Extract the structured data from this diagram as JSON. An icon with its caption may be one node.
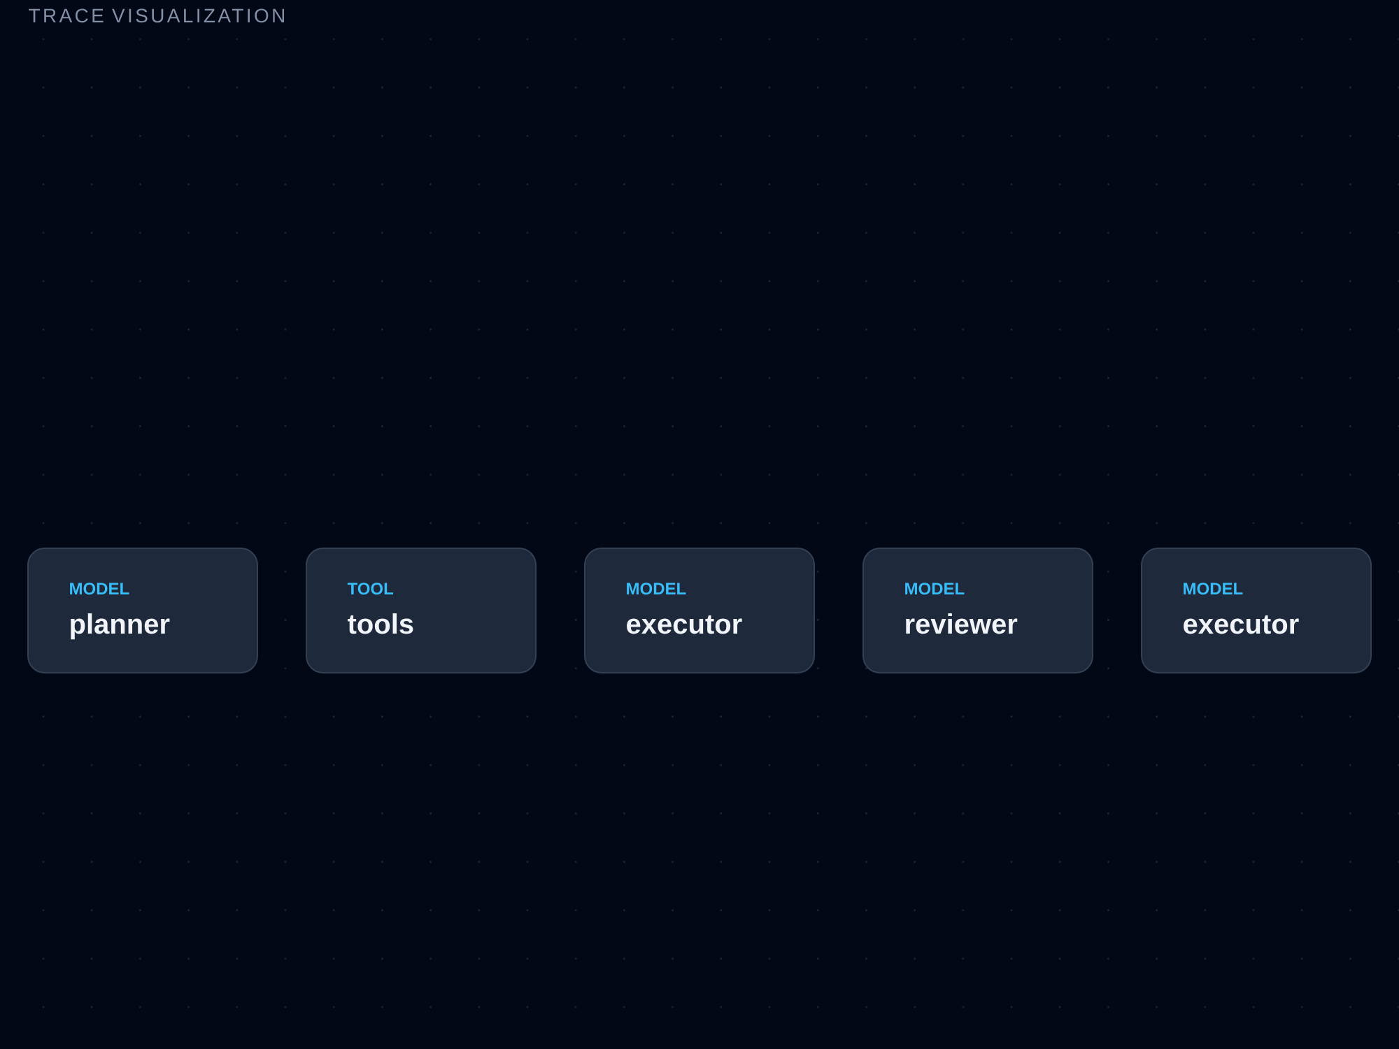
{
  "diagram": {
    "title": "TRACE VISUALIZATION",
    "nodes": [
      {
        "text": [
          "MODEL",
          "planner"
        ]
      },
      {
        "text": [
          "TOOL",
          "tools"
        ]
      },
      {
        "text": [
          "MODEL",
          "executor"
        ]
      },
      {
        "text": [
          "MODEL",
          "reviewer"
        ]
      },
      {
        "text": [
          "MODEL",
          "executor"
        ]
      }
    ]
  }
}
